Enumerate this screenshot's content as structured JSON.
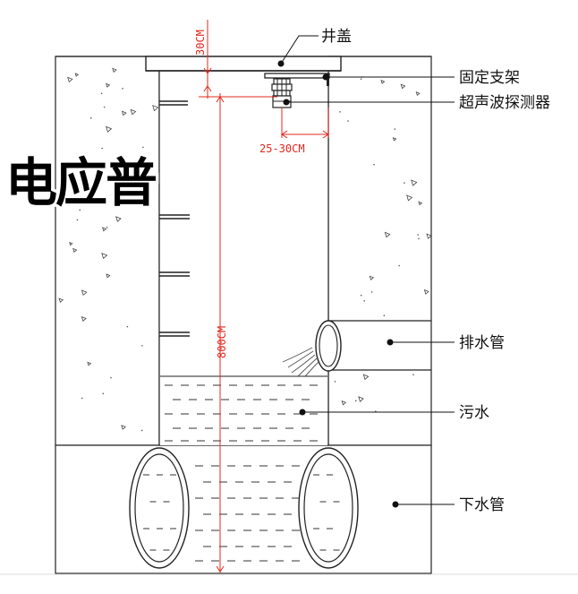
{
  "brand": {
    "text": "电应普"
  },
  "labels": {
    "cover": "井盖",
    "bracket": "固定支架",
    "sensor": "超声波探测器",
    "drain_pipe": "排水管",
    "sewage": "污水",
    "sewer_pipe": "下水管"
  },
  "dimensions": {
    "cover_gap": "30CM",
    "sensor_offset": "25-30CM",
    "depth": "800CM"
  },
  "colors": {
    "dimension": "#e0281e",
    "line": "#222222",
    "background": "#ffffff"
  }
}
